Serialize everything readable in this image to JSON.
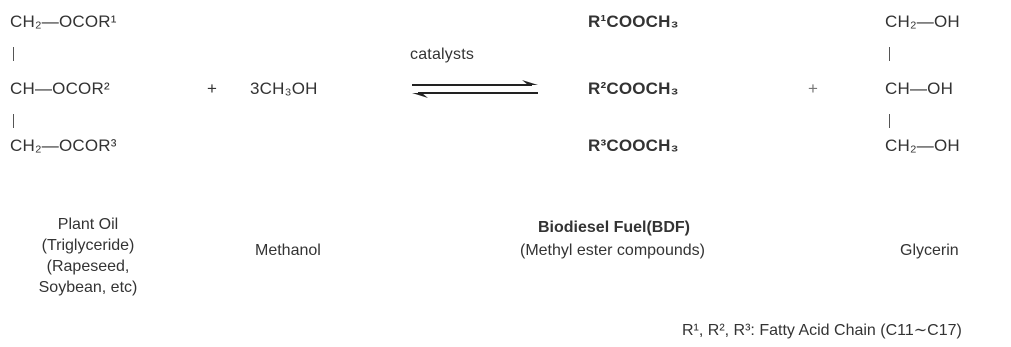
{
  "triglyceride": {
    "line1": "CH₂—OCOR¹",
    "line2": "CH—OCOR²",
    "line3": "CH₂—OCOR³"
  },
  "plus1": "+",
  "methanol_formula": "3CH₃OH",
  "catalysts": "catalysts",
  "esters": {
    "line1": "R¹COOCH₃",
    "line2": "R²COOCH₃",
    "line3": "R³COOCH₃"
  },
  "plus2": "+",
  "glycerin_formula": {
    "line1": "CH₂—OH",
    "line2": "CH—OH",
    "line3": "CH₂—OH"
  },
  "labels": {
    "plant_oil": [
      "Plant Oil",
      "(Triglyceride)",
      "(Rapeseed,",
      "Soybean, etc)"
    ],
    "methanol": "Methanol",
    "bdf_title": "Biodiesel Fuel(BDF)",
    "bdf_sub": "(Methyl ester compounds)",
    "glycerin": "Glycerin"
  },
  "footnote": "R¹, R², R³:  Fatty Acid Chain (C11∼C17)",
  "colors": {
    "text": "#333333",
    "arrow": "#222222"
  }
}
